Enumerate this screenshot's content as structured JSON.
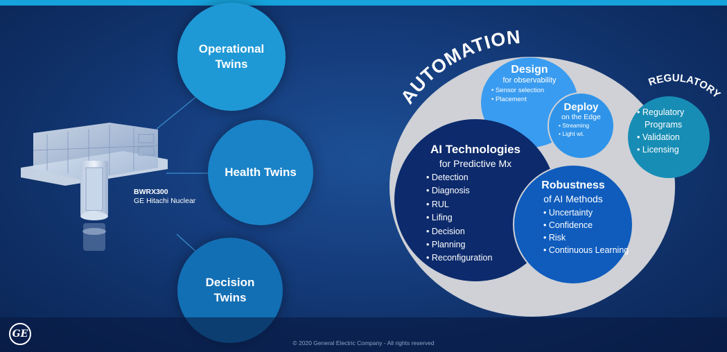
{
  "twins": {
    "operational": "Operational\nTwins",
    "health": "Health Twins",
    "decision": "Decision\nTwins"
  },
  "plant": {
    "name": "BWRX300",
    "maker": "GE Hitachi Nuclear"
  },
  "automation_title": "AUTOMATION",
  "regulatory_title": "REGULATORY",
  "design": {
    "title": "Design",
    "subtitle": "for observability",
    "items": [
      "Sensor selection",
      "Placement"
    ]
  },
  "deploy": {
    "title": "Deploy",
    "subtitle": "on the Edge",
    "items": [
      "Streaming",
      "Light wt."
    ]
  },
  "ai": {
    "title": "AI Technologies",
    "subtitle": "for Predictive Mx",
    "items": [
      "Detection",
      "Diagnosis",
      "RUL",
      "Lifing",
      "Decision",
      "Planning",
      "Reconfiguration"
    ]
  },
  "robustness": {
    "title": "Robustness",
    "subtitle": "of AI Methods",
    "items": [
      "Uncertainty",
      "Confidence",
      "Risk",
      "Continuous Learning"
    ]
  },
  "regulatory": {
    "items": [
      "Regulatory Programs",
      "Validation",
      "Licensing"
    ]
  },
  "footer": {
    "copyright": "© 2020 General Electric Company - All rights reserved",
    "logo": "GE"
  },
  "colors": {
    "accent_bar": "#16a3dc",
    "ring": "#cfd1d6"
  }
}
